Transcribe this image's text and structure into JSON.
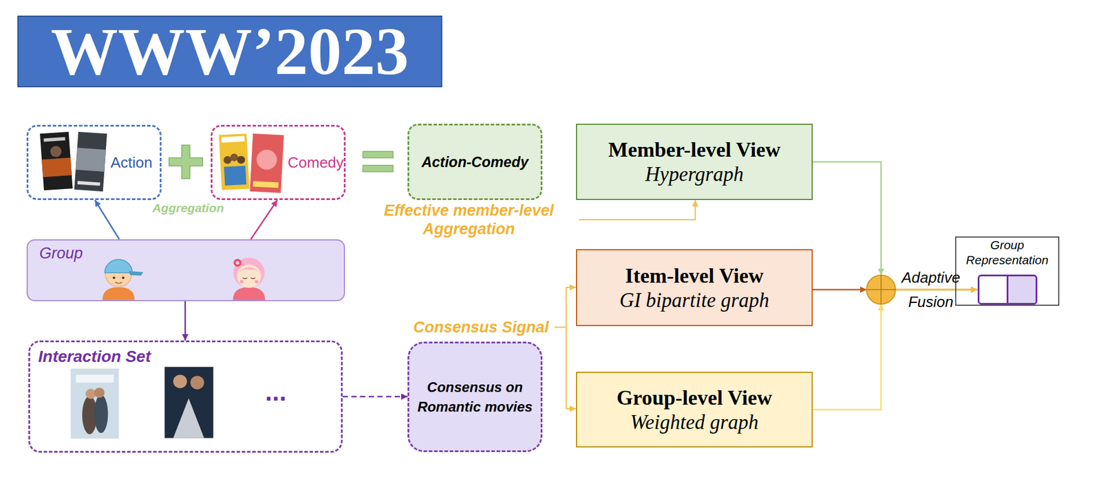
{
  "diagram": {
    "title": "WWW’2023",
    "nodes": [
      {
        "text": [
          "Action"
        ]
      },
      {
        "text": [
          "Comedy"
        ]
      },
      {
        "text": [
          "Action-Comedy"
        ]
      },
      {
        "text": [
          "Member-level View",
          "Hypergraph"
        ]
      },
      {
        "text": [
          "Group"
        ]
      },
      {
        "text": [
          "Item-level View",
          "GI bipartite graph"
        ]
      },
      {
        "text": [
          "Group Representation"
        ]
      },
      {
        "text": [
          "Interaction Set",
          "..."
        ]
      },
      {
        "text": [
          "Consensus on Romantic movies"
        ]
      },
      {
        "text": [
          "Group-level View",
          "Weighted graph"
        ]
      }
    ],
    "edges": [
      {
        "from": 4,
        "to": 0,
        "arrow": "to"
      },
      {
        "from": 4,
        "to": 1,
        "arrow": "to"
      },
      {
        "from": 4,
        "to": 7,
        "arrow": "to"
      },
      {
        "from": 7,
        "to": 8,
        "arrow": "to"
      },
      {
        "from": 3,
        "to": 6,
        "arrow": "to"
      },
      {
        "from": 5,
        "to": 6,
        "arrow": "to"
      },
      {
        "from": 9,
        "to": 6,
        "arrow": "to"
      }
    ],
    "labels": [
      "Aggregation",
      "Effective member-level Aggregation",
      "Consensus Signal",
      "Adaptive Fusion"
    ]
  }
}
